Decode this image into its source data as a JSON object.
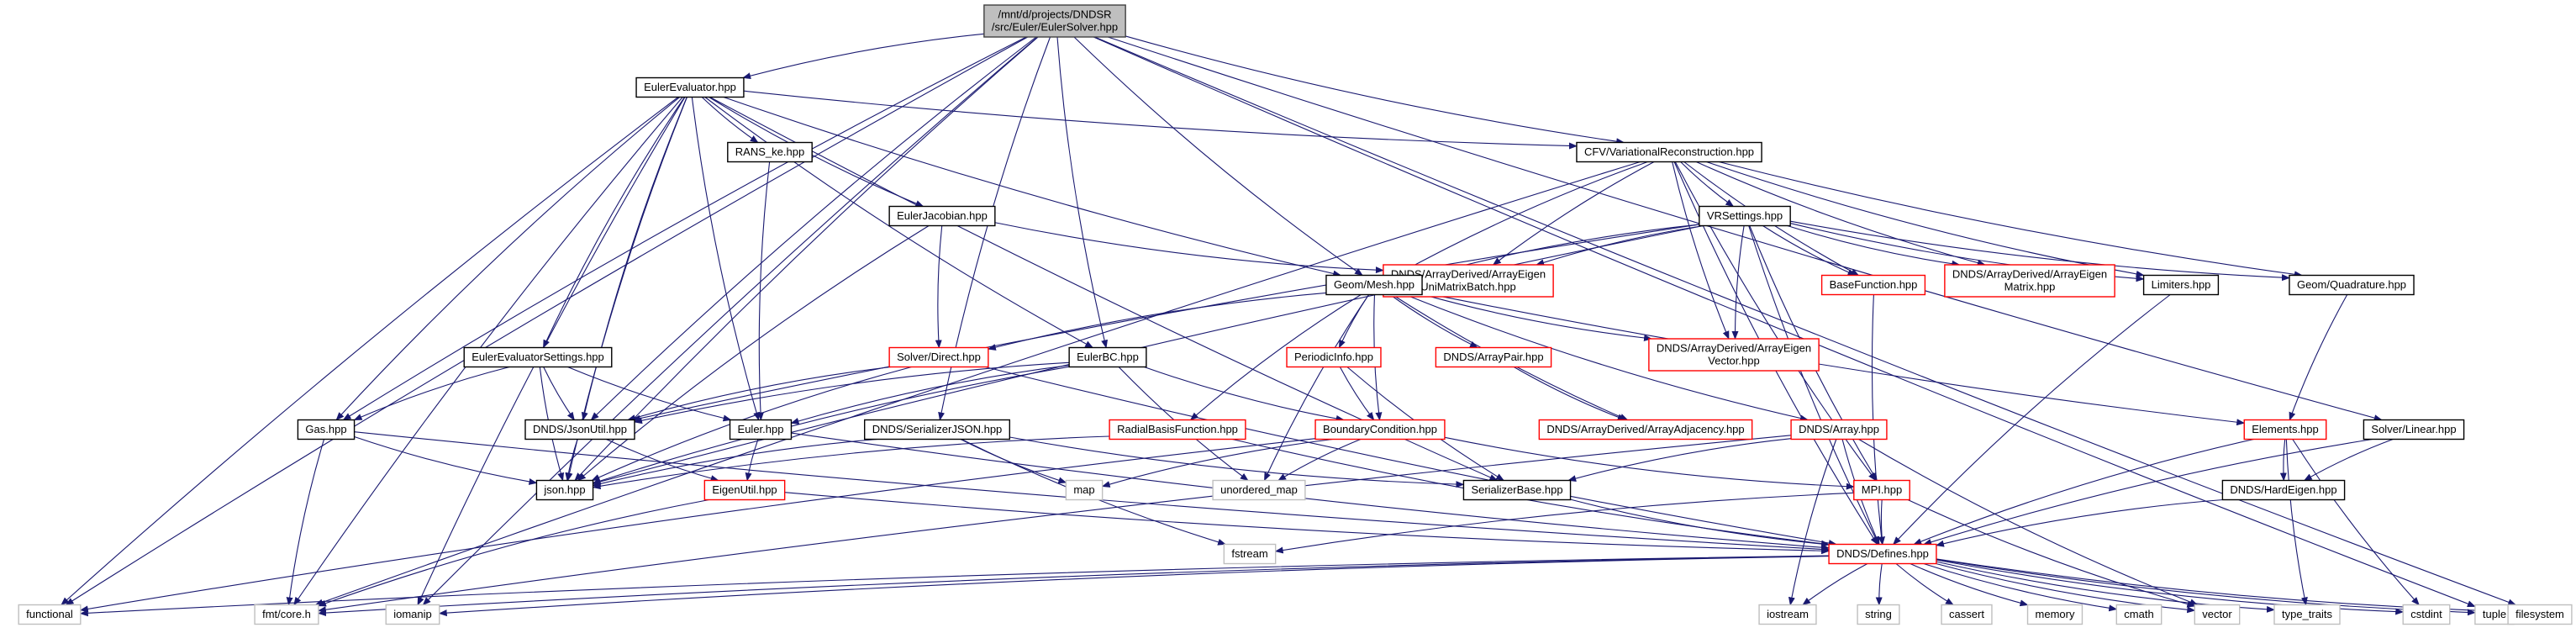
{
  "colors": {
    "edge": "#191970",
    "root_fill": "#bfbfbf",
    "root_border": "#404040",
    "documented_border": "#000000",
    "undocumented_border": "#ff0000",
    "external_border": "#bfbfbf",
    "external_text": "#404040"
  },
  "nodes": [
    {
      "id": "root",
      "lines": [
        "/mnt/d/projects/DNDSR",
        "/src/Euler/EulerSolver.hpp"
      ],
      "kind": "root"
    },
    {
      "id": "eulereval",
      "lines": [
        "EulerEvaluator.hpp"
      ],
      "kind": "doc"
    },
    {
      "id": "cfvvr",
      "lines": [
        "CFV/VariationalReconstruction.hpp"
      ],
      "kind": "doc"
    },
    {
      "id": "ranske",
      "lines": [
        "RANS_ke.hpp"
      ],
      "kind": "doc"
    },
    {
      "id": "eulerjac",
      "lines": [
        "EulerJacobian.hpp"
      ],
      "kind": "doc"
    },
    {
      "id": "vrsettings",
      "lines": [
        "VRSettings.hpp"
      ],
      "kind": "doc"
    },
    {
      "id": "uni",
      "lines": [
        "DNDS/ArrayDerived/ArrayEigen",
        "UniMatrixBatch.hpp"
      ],
      "kind": "undoc"
    },
    {
      "id": "geommesh",
      "lines": [
        "Geom/Mesh.hpp"
      ],
      "kind": "doc"
    },
    {
      "id": "basefunc",
      "lines": [
        "BaseFunction.hpp"
      ],
      "kind": "undoc"
    },
    {
      "id": "aematrix",
      "lines": [
        "DNDS/ArrayDerived/ArrayEigen",
        "Matrix.hpp"
      ],
      "kind": "undoc"
    },
    {
      "id": "limiters",
      "lines": [
        "Limiters.hpp"
      ],
      "kind": "doc"
    },
    {
      "id": "geomquad",
      "lines": [
        "Geom/Quadrature.hpp"
      ],
      "kind": "doc"
    },
    {
      "id": "eesettings",
      "lines": [
        "EulerEvaluatorSettings.hpp"
      ],
      "kind": "doc"
    },
    {
      "id": "solverdirect",
      "lines": [
        "Solver/Direct.hpp"
      ],
      "kind": "undoc"
    },
    {
      "id": "eulerbc",
      "lines": [
        "EulerBC.hpp"
      ],
      "kind": "doc"
    },
    {
      "id": "periodic",
      "lines": [
        "PeriodicInfo.hpp"
      ],
      "kind": "undoc"
    },
    {
      "id": "arraypair",
      "lines": [
        "DNDS/ArrayPair.hpp"
      ],
      "kind": "undoc"
    },
    {
      "id": "aevector",
      "lines": [
        "DNDS/ArrayDerived/ArrayEigen",
        "Vector.hpp"
      ],
      "kind": "undoc"
    },
    {
      "id": "gas",
      "lines": [
        "Gas.hpp"
      ],
      "kind": "doc"
    },
    {
      "id": "jsonutil",
      "lines": [
        "DNDS/JsonUtil.hpp"
      ],
      "kind": "doc"
    },
    {
      "id": "euler",
      "lines": [
        "Euler.hpp"
      ],
      "kind": "doc"
    },
    {
      "id": "serjson",
      "lines": [
        "DNDS/SerializerJSON.hpp"
      ],
      "kind": "doc"
    },
    {
      "id": "rbf",
      "lines": [
        "RadialBasisFunction.hpp"
      ],
      "kind": "undoc"
    },
    {
      "id": "bc",
      "lines": [
        "BoundaryCondition.hpp"
      ],
      "kind": "undoc"
    },
    {
      "id": "arrayadj",
      "lines": [
        "DNDS/ArrayDerived/ArrayAdjacency.hpp"
      ],
      "kind": "undoc"
    },
    {
      "id": "dndsarray",
      "lines": [
        "DNDS/Array.hpp"
      ],
      "kind": "undoc"
    },
    {
      "id": "elements",
      "lines": [
        "Elements.hpp"
      ],
      "kind": "undoc"
    },
    {
      "id": "solverlinear",
      "lines": [
        "Solver/Linear.hpp"
      ],
      "kind": "doc"
    },
    {
      "id": "json",
      "lines": [
        "json.hpp"
      ],
      "kind": "doc"
    },
    {
      "id": "eigenutil",
      "lines": [
        "EigenUtil.hpp"
      ],
      "kind": "undoc"
    },
    {
      "id": "map",
      "lines": [
        "map"
      ],
      "kind": "ext"
    },
    {
      "id": "umap",
      "lines": [
        "unordered_map"
      ],
      "kind": "ext"
    },
    {
      "id": "serbase",
      "lines": [
        "SerializerBase.hpp"
      ],
      "kind": "doc"
    },
    {
      "id": "mpi",
      "lines": [
        "MPI.hpp"
      ],
      "kind": "undoc"
    },
    {
      "id": "hardeigen",
      "lines": [
        "DNDS/HardEigen.hpp"
      ],
      "kind": "doc"
    },
    {
      "id": "fstream",
      "lines": [
        "fstream"
      ],
      "kind": "ext"
    },
    {
      "id": "defines",
      "lines": [
        "DNDS/Defines.hpp"
      ],
      "kind": "undoc"
    },
    {
      "id": "functional",
      "lines": [
        "functional"
      ],
      "kind": "ext"
    },
    {
      "id": "fmtcore",
      "lines": [
        "fmt/core.h"
      ],
      "kind": "ext"
    },
    {
      "id": "iomanip",
      "lines": [
        "iomanip"
      ],
      "kind": "ext"
    },
    {
      "id": "iostream",
      "lines": [
        "iostream"
      ],
      "kind": "ext"
    },
    {
      "id": "string",
      "lines": [
        "string"
      ],
      "kind": "ext"
    },
    {
      "id": "cassert",
      "lines": [
        "cassert"
      ],
      "kind": "ext"
    },
    {
      "id": "memory",
      "lines": [
        "memory"
      ],
      "kind": "ext"
    },
    {
      "id": "cmath",
      "lines": [
        "cmath"
      ],
      "kind": "ext"
    },
    {
      "id": "vector",
      "lines": [
        "vector"
      ],
      "kind": "ext"
    },
    {
      "id": "typetraits",
      "lines": [
        "type_traits"
      ],
      "kind": "ext"
    },
    {
      "id": "cstdint",
      "lines": [
        "cstdint"
      ],
      "kind": "ext"
    },
    {
      "id": "tuple",
      "lines": [
        "tuple"
      ],
      "kind": "ext"
    },
    {
      "id": "filesystem",
      "lines": [
        "filesystem"
      ],
      "kind": "ext"
    }
  ],
  "edges": [
    [
      "root",
      "eulereval"
    ],
    [
      "root",
      "cfvvr"
    ],
    [
      "root",
      "geommesh"
    ],
    [
      "root",
      "eulerbc"
    ],
    [
      "root",
      "serjson"
    ],
    [
      "root",
      "jsonutil"
    ],
    [
      "root",
      "gas"
    ],
    [
      "root",
      "json"
    ],
    [
      "root",
      "functional"
    ],
    [
      "root",
      "iomanip"
    ],
    [
      "root",
      "solverlinear"
    ],
    [
      "root",
      "tuple"
    ],
    [
      "root",
      "filesystem"
    ],
    [
      "eulereval",
      "cfvvr"
    ],
    [
      "eulereval",
      "ranske"
    ],
    [
      "eulereval",
      "eulerjac"
    ],
    [
      "eulereval",
      "eulerbc"
    ],
    [
      "eulereval",
      "geommesh"
    ],
    [
      "eulereval",
      "eesettings"
    ],
    [
      "eulereval",
      "gas"
    ],
    [
      "eulereval",
      "jsonutil"
    ],
    [
      "eulereval",
      "euler"
    ],
    [
      "eulereval",
      "json"
    ],
    [
      "eulereval",
      "fmtcore"
    ],
    [
      "eulereval",
      "functional"
    ],
    [
      "eulereval",
      "iomanip"
    ],
    [
      "eulereval",
      "serbase"
    ],
    [
      "ranske",
      "euler"
    ],
    [
      "eulerjac",
      "solverdirect"
    ],
    [
      "eulerjac",
      "uni"
    ],
    [
      "eulerjac",
      "json"
    ],
    [
      "cfvvr",
      "vrsettings"
    ],
    [
      "cfvvr",
      "geommesh"
    ],
    [
      "cfvvr",
      "uni"
    ],
    [
      "cfvvr",
      "basefunc"
    ],
    [
      "cfvvr",
      "aematrix"
    ],
    [
      "cfvvr",
      "limiters"
    ],
    [
      "cfvvr",
      "geomquad"
    ],
    [
      "cfvvr",
      "aevector"
    ],
    [
      "cfvvr",
      "mpi"
    ],
    [
      "cfvvr",
      "defines"
    ],
    [
      "cfvvr",
      "fmtcore"
    ],
    [
      "vrsettings",
      "geommesh"
    ],
    [
      "vrsettings",
      "basefunc"
    ],
    [
      "vrsettings",
      "aematrix"
    ],
    [
      "vrsettings",
      "limiters"
    ],
    [
      "vrsettings",
      "geomquad"
    ],
    [
      "vrsettings",
      "aevector"
    ],
    [
      "vrsettings",
      "jsonutil"
    ],
    [
      "vrsettings",
      "json"
    ],
    [
      "vrsettings",
      "mpi"
    ],
    [
      "vrsettings",
      "defines"
    ],
    [
      "vrsettings",
      "uni"
    ],
    [
      "geommesh",
      "solverdirect"
    ],
    [
      "geommesh",
      "periodic"
    ],
    [
      "geommesh",
      "arraypair"
    ],
    [
      "geommesh",
      "aevector"
    ],
    [
      "geommesh",
      "elements"
    ],
    [
      "geommesh",
      "dndsarray"
    ],
    [
      "geommesh",
      "arrayadj"
    ],
    [
      "geommesh",
      "rbf"
    ],
    [
      "geommesh",
      "bc"
    ],
    [
      "geommesh",
      "umap"
    ],
    [
      "eesettings",
      "gas"
    ],
    [
      "eesettings",
      "jsonutil"
    ],
    [
      "eesettings",
      "euler"
    ],
    [
      "eesettings",
      "json"
    ],
    [
      "solverdirect",
      "jsonutil"
    ],
    [
      "solverdirect",
      "json"
    ],
    [
      "solverdirect",
      "defines"
    ],
    [
      "eulerbc",
      "euler"
    ],
    [
      "eulerbc",
      "bc"
    ],
    [
      "eulerbc",
      "jsonutil"
    ],
    [
      "eulerbc",
      "json"
    ],
    [
      "eulerbc",
      "umap"
    ],
    [
      "periodic",
      "bc"
    ],
    [
      "periodic",
      "serbase"
    ],
    [
      "arraypair",
      "arrayadj"
    ],
    [
      "gas",
      "json"
    ],
    [
      "gas",
      "fmtcore"
    ],
    [
      "gas",
      "defines"
    ],
    [
      "jsonutil",
      "json"
    ],
    [
      "jsonutil",
      "eigenutil"
    ],
    [
      "euler",
      "eigenutil"
    ],
    [
      "euler",
      "defines"
    ],
    [
      "serjson",
      "json"
    ],
    [
      "serjson",
      "map"
    ],
    [
      "serjson",
      "serbase"
    ],
    [
      "serjson",
      "fstream"
    ],
    [
      "rbf",
      "json"
    ],
    [
      "rbf",
      "defines"
    ],
    [
      "bc",
      "map"
    ],
    [
      "bc",
      "umap"
    ],
    [
      "bc",
      "mpi"
    ],
    [
      "bc",
      "functional"
    ],
    [
      "dndsarray",
      "serbase"
    ],
    [
      "dndsarray",
      "defines"
    ],
    [
      "dndsarray",
      "iostream"
    ],
    [
      "dndsarray",
      "vector"
    ],
    [
      "dndsarray",
      "fmtcore"
    ],
    [
      "elements",
      "hardeigen"
    ],
    [
      "elements",
      "defines"
    ],
    [
      "elements",
      "typetraits"
    ],
    [
      "elements",
      "cstdint"
    ],
    [
      "solverlinear",
      "hardeigen"
    ],
    [
      "solverlinear",
      "defines"
    ],
    [
      "eigenutil",
      "fmtcore"
    ],
    [
      "eigenutil",
      "defines"
    ],
    [
      "serbase",
      "defines"
    ],
    [
      "mpi",
      "defines"
    ],
    [
      "mpi",
      "fstream"
    ],
    [
      "mpi",
      "vector"
    ],
    [
      "hardeigen",
      "defines"
    ],
    [
      "basefunc",
      "defines"
    ],
    [
      "limiters",
      "defines"
    ],
    [
      "geomquad",
      "elements"
    ],
    [
      "defines",
      "functional"
    ],
    [
      "defines",
      "fmtcore"
    ],
    [
      "defines",
      "iomanip"
    ],
    [
      "defines",
      "iostream"
    ],
    [
      "defines",
      "string"
    ],
    [
      "defines",
      "cassert"
    ],
    [
      "defines",
      "memory"
    ],
    [
      "defines",
      "cmath"
    ],
    [
      "defines",
      "vector"
    ],
    [
      "defines",
      "typetraits"
    ],
    [
      "defines",
      "cstdint"
    ],
    [
      "defines",
      "tuple"
    ],
    [
      "defines",
      "filesystem"
    ]
  ]
}
